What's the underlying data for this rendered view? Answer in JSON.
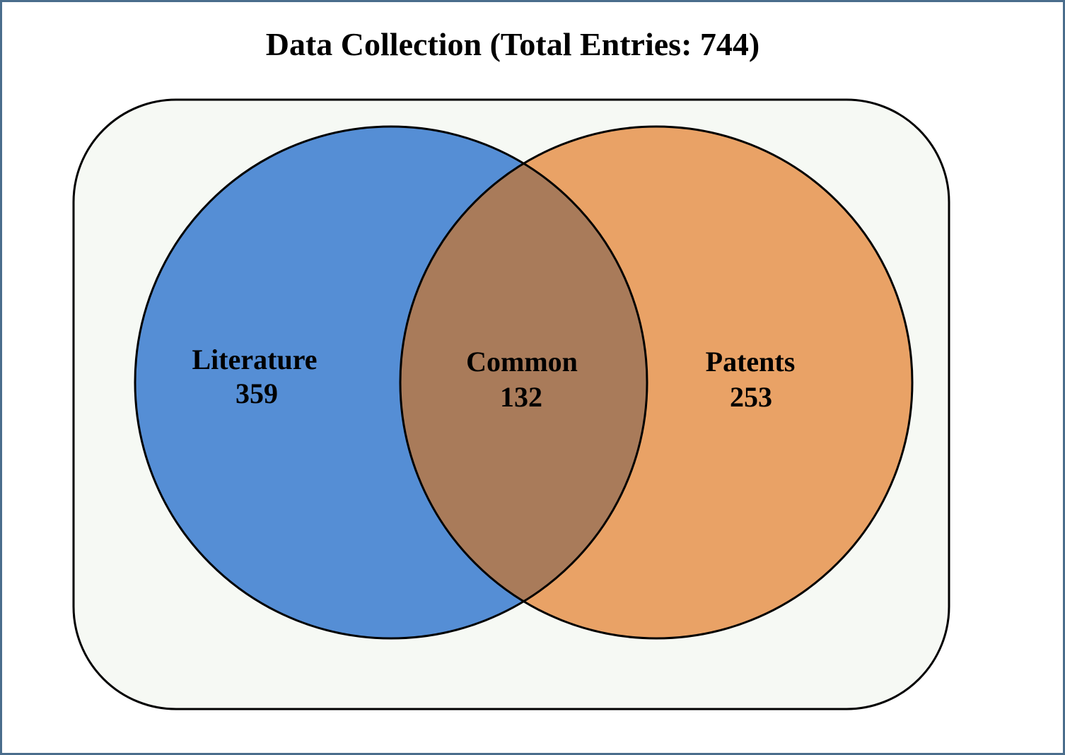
{
  "title": "Data Collection (Total Entries: 744)",
  "colors": {
    "frame_border": "#4a6d8c",
    "universe_fill": "#f6f9f4",
    "literature_fill": "#558ed5",
    "patents_fill": "#e9a266",
    "overlap_fill": "#a97b5a",
    "outline": "#000000"
  },
  "sets": {
    "literature": {
      "label": "Literature",
      "value": "359"
    },
    "common": {
      "label": "Common",
      "value": "132"
    },
    "patents": {
      "label": "Patents",
      "value": "253"
    }
  }
}
